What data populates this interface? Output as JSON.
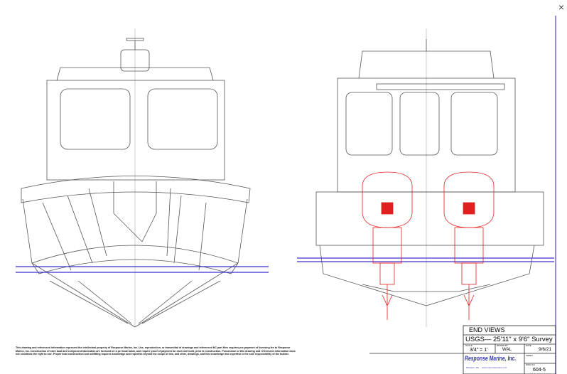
{
  "viewer": {
    "close_label": "×"
  },
  "disclaimer": "This drawing and referenced information represent the intellectual property of Response Marine, Inc. Use, reproduction, or transmittal of drawings and referenced NC part files requires pre-payment of licensing fee to Response Marine, Inc. Construction of each boat and component fabrication are licensed on a per boat basis, and require proof of payment for each unit built, prior to construction. Possession of this drawing and referenced information does not constitute the right to use. Proper boat construction and outfitting requires knowledge and expertise beyond the scope of this, and other, drawings, and this knowledge and expertise is the sole responsibility of the builder.",
  "title_block": {
    "title": "END VIEWS",
    "subtitle": "USGS— 25'11\" x 9'6\" Survey",
    "scale_label": "SCALE",
    "scale": "3/4\" = 1'",
    "drawn_label": "DRAWN BY",
    "drawn": "WAL",
    "date_label": "DATE",
    "date": "9/6/21",
    "sheet_label": "SHEET",
    "dwg_label": "DWG NO.",
    "dwg": "604-5",
    "company": "Response Marine, Inc.",
    "company_sub": "Westport, MA     www.responsemarine.com",
    "company_color": "#3030c0"
  },
  "colors": {
    "border": "#6a5acd",
    "waterline": "#3a2fd0",
    "engine": "#e02020"
  }
}
